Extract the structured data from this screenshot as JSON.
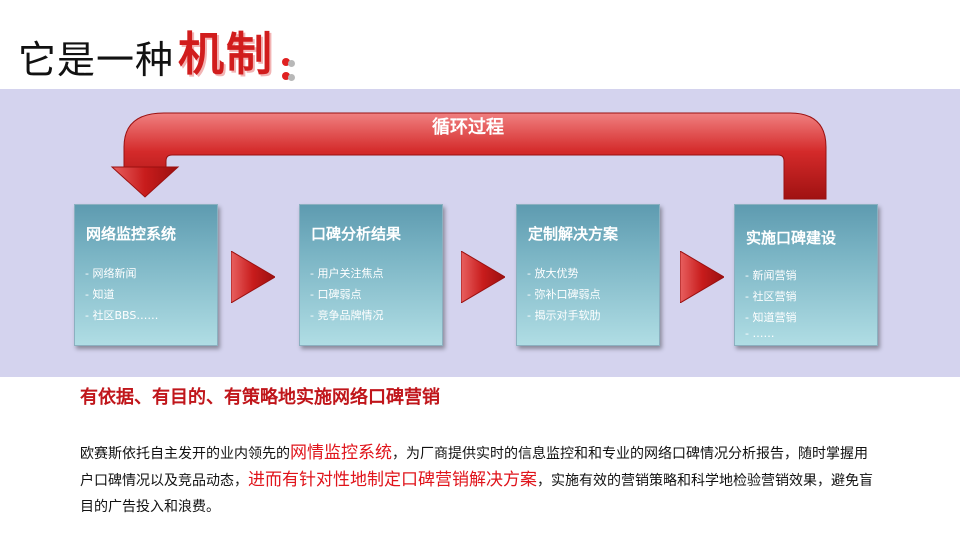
{
  "title": {
    "plain": "它是一种",
    "emphasis": "机制",
    "colon": ":"
  },
  "loop": {
    "label": "循环过程"
  },
  "steps": [
    {
      "title": "网络监控系统",
      "items": [
        "- 网络新闻",
        "- 知道",
        "- 社区BBS……"
      ]
    },
    {
      "title": "口碑分析结果",
      "items": [
        "- 用户关注焦点",
        "- 口碑弱点",
        "- 竞争品牌情况"
      ]
    },
    {
      "title": "定制解决方案",
      "items": [
        "- 放大优势",
        "- 弥补口碑弱点",
        "- 揭示对手软肋"
      ]
    },
    {
      "title": "实施口碑建设",
      "items": [
        "- 新闻营销",
        "- 社区营销",
        "- 知道营销",
        "- ……"
      ]
    }
  ],
  "subtitle": "有依据、有目的、有策略地实施网络口碑营销",
  "paragraph": {
    "part1": "欧赛斯依托自主发开的业内领先的",
    "hl1": "网情监控系统",
    "part2": "，为厂商提供实时的信息监控和和专业的网络口碑情况分析报告，随时掌握用户口碑情况以及竞品动态，",
    "hl2": "进而有针对性地制定口碑营销解决方案",
    "part3": "，实施有效的营销策略和科学地检验营销效果，避免盲目的广告投入和浪费。"
  },
  "colors": {
    "accent": "#d11d1d",
    "band": "#d4d3ee",
    "box_top": "#5e9bb0",
    "box_bottom": "#b0dde4"
  }
}
